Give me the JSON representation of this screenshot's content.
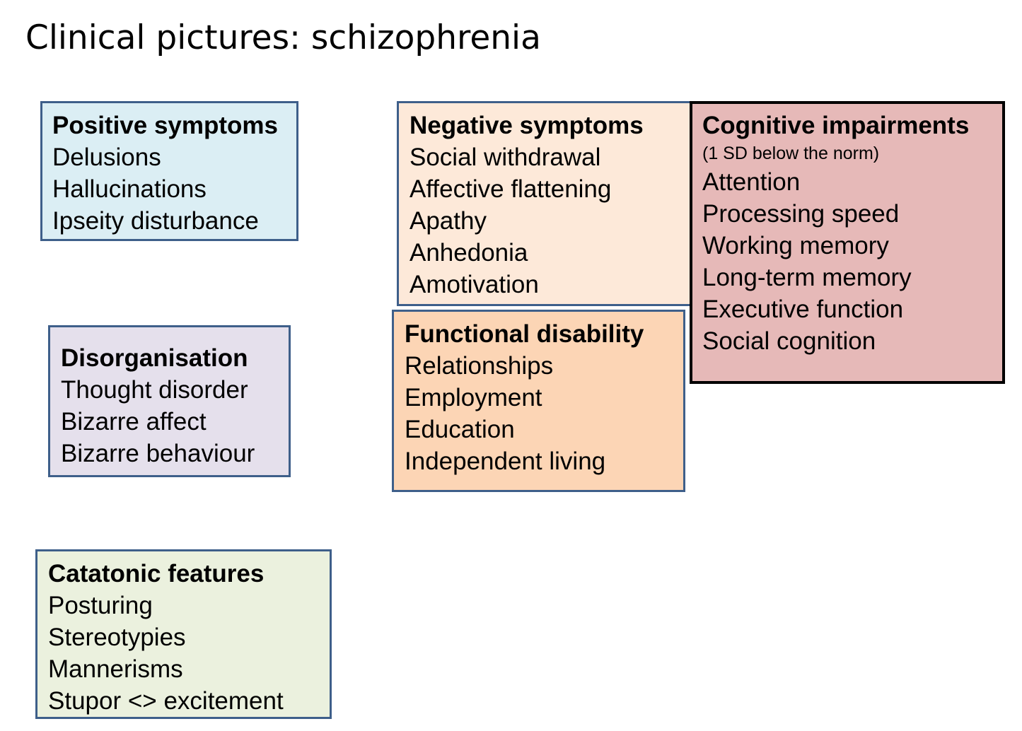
{
  "title": "Clinical pictures: schizophrenia",
  "colors": {
    "positive_bg": "#dbeef4",
    "negative_bg": "#fde9d9",
    "cognitive_bg": "#e6b9b8",
    "disorganisation_bg": "#e5e0ec",
    "functional_bg": "#fcd5b5",
    "catatonic_bg": "#ebf1de",
    "box_border": "#3e5f8a",
    "cognitive_border": "#000000"
  },
  "positive": {
    "heading": "Positive symptoms",
    "items": [
      "Delusions",
      "Hallucinations",
      "Ipseity disturbance"
    ]
  },
  "negative": {
    "heading": "Negative symptoms",
    "items": [
      "Social withdrawal",
      "Affective flattening",
      "Apathy",
      "Anhedonia",
      "Amotivation"
    ]
  },
  "cognitive": {
    "heading": "Cognitive impairments",
    "note": "(1 SD below the norm)",
    "items": [
      "Attention",
      "Processing speed",
      "Working memory",
      "Long-term memory",
      "Executive function",
      "Social cognition"
    ]
  },
  "disorganisation": {
    "heading": "Disorganisation",
    "items": [
      "Thought disorder",
      "Bizarre affect",
      "Bizarre behaviour"
    ]
  },
  "functional": {
    "heading": "Functional disability",
    "items": [
      "Relationships",
      "Employment",
      "Education",
      "Independent living"
    ]
  },
  "catatonic": {
    "heading": "Catatonic features",
    "items": [
      "Posturing",
      "Stereotypies",
      "Mannerisms",
      "Stupor <> excitement"
    ]
  }
}
